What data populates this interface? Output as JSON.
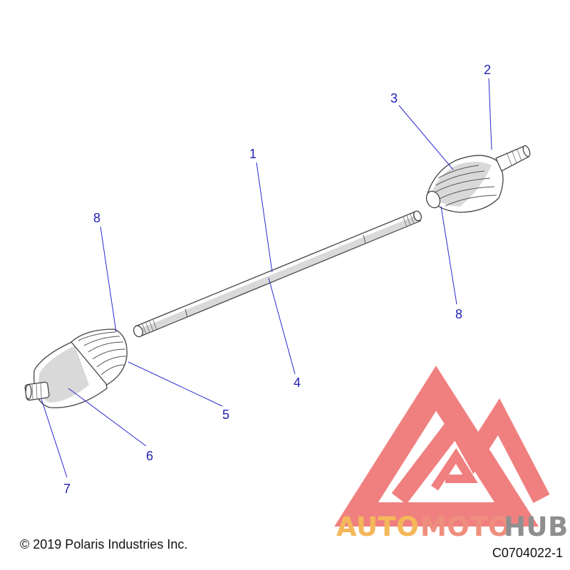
{
  "callouts": {
    "c1": "1",
    "c2": "2",
    "c3": "3",
    "c4": "4",
    "c5": "5",
    "c6": "6",
    "c7": "7",
    "c8a": "8",
    "c8b": "8"
  },
  "footer": {
    "copyright": "© 2019 Polaris Industries Inc.",
    "drawing_id": "C0704022-1"
  },
  "watermark": {
    "auto": "AUTO",
    "moto": "MOTO",
    "hub": "HUB",
    "colors": {
      "auto": "#f4b75a",
      "moto": "#ef8e7e",
      "hub": "#8f8f8f",
      "logo": "#ee6a6a"
    }
  },
  "colors": {
    "callout": "#1f1fb4",
    "leader": "#2a2ad0"
  }
}
